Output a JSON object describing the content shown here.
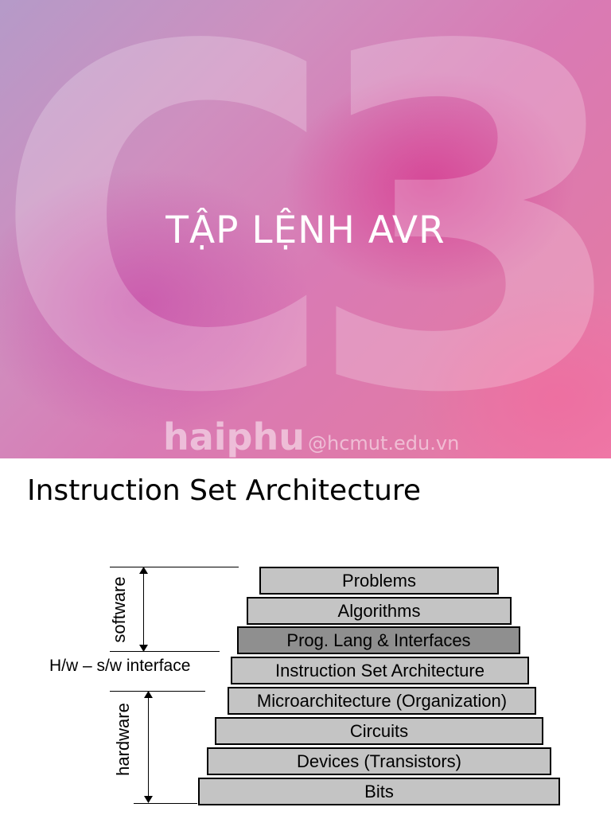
{
  "slide1": {
    "background_text": "C3",
    "title": "TẬP LỆNH AVR",
    "watermark_name": "haiphu",
    "watermark_domain": "@hcmut.edu.vn"
  },
  "slide2": {
    "title": "Instruction Set Architecture",
    "labels": {
      "software": "software",
      "hardware": "hardware",
      "interface": "H/w – s/w interface"
    },
    "layers": [
      "Problems",
      "Algorithms",
      "Prog. Lang & Interfaces",
      "Instruction Set Architecture",
      "Microarchitecture (Organization)",
      "Circuits",
      "Devices (Transistors)",
      "Bits"
    ],
    "colors": {
      "layer_fill": "#c4c4c4",
      "highlight_fill": "#8f8f8f"
    }
  }
}
